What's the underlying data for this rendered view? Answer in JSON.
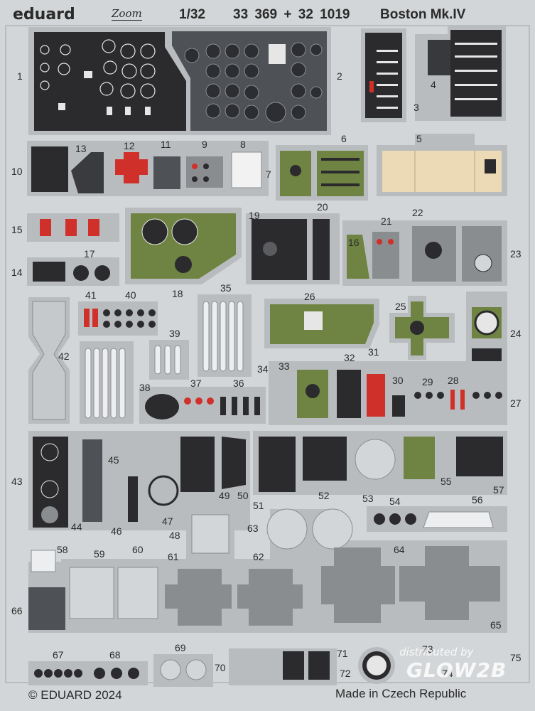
{
  "header": {
    "brand": "eduard",
    "zoom": "Zoom",
    "scale": "1/32",
    "codes": "33 369 + 32 1019",
    "title": "Boston Mk.IV"
  },
  "footer": {
    "copyright": "© EDUARD 2024",
    "made_in": "Made in Czech Republic"
  },
  "watermark": {
    "line1": "distributed by",
    "line2": "GLOW2B"
  },
  "colors": {
    "fret": "#d3d6d8",
    "frame": "#b8bcbf",
    "dark_panel": "#2b2b2d",
    "grey_panel": "#55585c",
    "olive": "#6f8442",
    "red": "#d0302a",
    "tan": "#ecd9b6",
    "mid_grey": "#8a8d90"
  },
  "part_numbers": [
    "1",
    "2",
    "3",
    "4",
    "5",
    "6",
    "7",
    "8",
    "9",
    "10",
    "11",
    "12",
    "13",
    "14",
    "15",
    "16",
    "17",
    "18",
    "19",
    "20",
    "21",
    "22",
    "23",
    "24",
    "25",
    "26",
    "27",
    "28",
    "29",
    "30",
    "31",
    "32",
    "33",
    "34",
    "35",
    "36",
    "37",
    "38",
    "39",
    "40",
    "41",
    "42",
    "43",
    "44",
    "45",
    "46",
    "47",
    "48",
    "49",
    "50",
    "51",
    "52",
    "53",
    "54",
    "55",
    "56",
    "57",
    "58",
    "59",
    "60",
    "61",
    "62",
    "63",
    "64",
    "65",
    "66",
    "67",
    "68",
    "69",
    "70",
    "71",
    "72",
    "73",
    "74",
    "75"
  ]
}
